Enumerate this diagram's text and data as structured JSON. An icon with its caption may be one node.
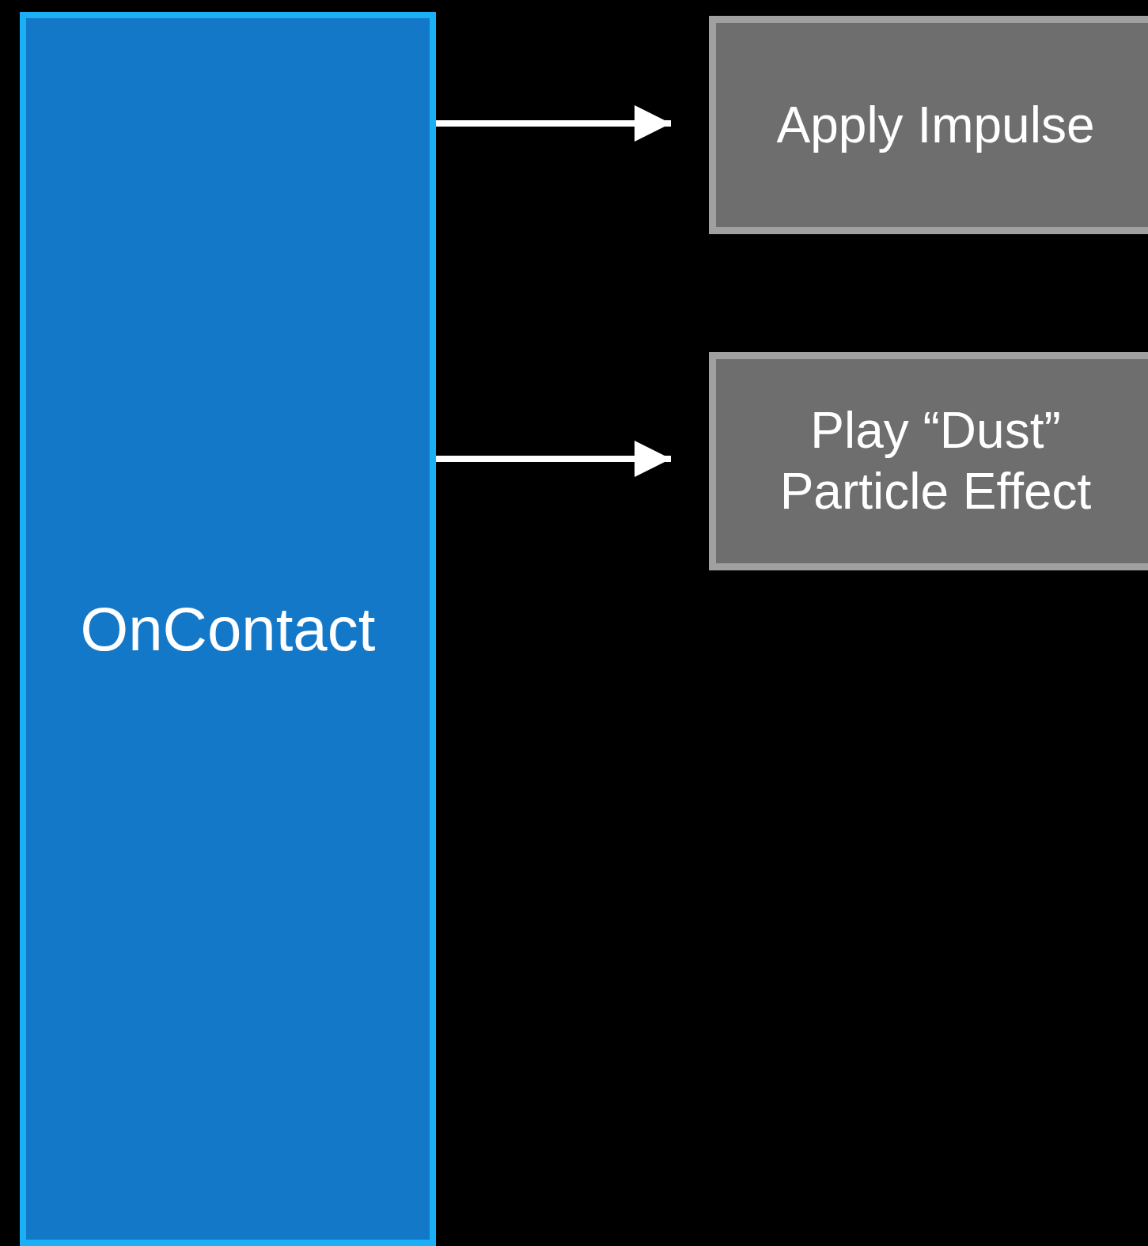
{
  "diagram": {
    "nodes": [
      {
        "text": [
          "OnContact"
        ]
      },
      {
        "text": [
          "Apply Impulse"
        ]
      },
      {
        "text": [
          "Play “Dust” Particle Effect"
        ]
      }
    ],
    "edges": [
      {
        "from": 0,
        "to": 1,
        "arrow": "to"
      },
      {
        "from": 0,
        "to": 2,
        "arrow": "to"
      }
    ]
  }
}
